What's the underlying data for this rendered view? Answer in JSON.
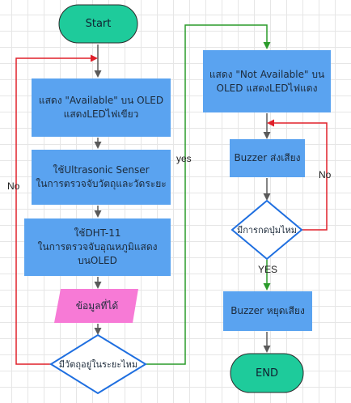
{
  "nodes": {
    "start": "Start",
    "show_available": [
      "แสดง \"Available\" บน OLED",
      "แสดงLEDไฟเขียว"
    ],
    "ultrasonic": [
      "ใช้Ultrasonic Senser",
      "ในการตรวจจับวัตถุและวัดระยะ"
    ],
    "dht11": [
      "ใช้DHT-11",
      "ในการตรวจจับอุณหภูมิแสดงบนOLED"
    ],
    "data_received": "ข้อมูลที่ได้",
    "decision_in_range": "มีวัตถุอยู่ในระยะไหม",
    "show_not_available": [
      "แสดง \"Not Available\" บน",
      "OLED แสดงLEDไฟแดง"
    ],
    "buzzer_on": "Buzzer ส่งเสียง",
    "decision_button": "มีการกดปุ่มไหม",
    "buzzer_off": "Buzzer หยุดเสียง",
    "end": "END"
  },
  "edges": {
    "no_left": "No",
    "yes_top": "yes",
    "no_right": "No",
    "yes_bottom": "YES"
  },
  "colors": {
    "terminal": "#1ecb9b",
    "process": "#5aa3f0",
    "data": "#f77ad6",
    "decision_border": "#1f6fe0",
    "arrow": "#5a5a5a",
    "arrow_red": "#e0202a",
    "arrow_green": "#2a9b2a"
  }
}
